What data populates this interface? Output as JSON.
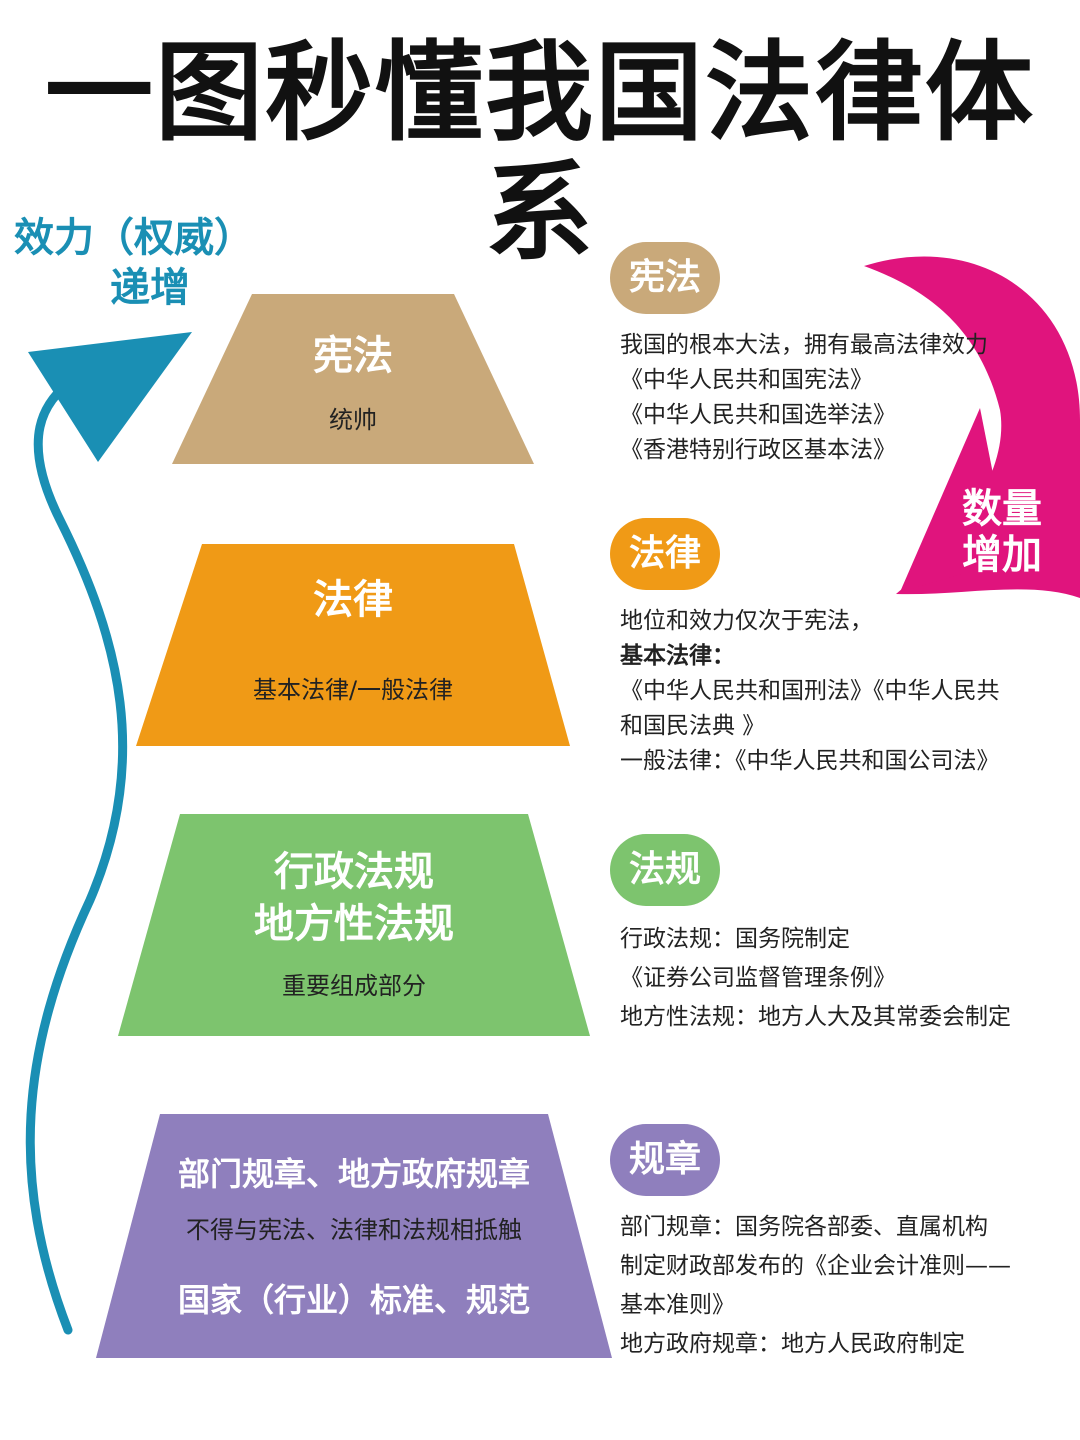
{
  "title": "一图秒懂我国法律体系",
  "left_label": {
    "line1": "效力（权威）",
    "line2": "递增"
  },
  "right_label": {
    "line1": "数量",
    "line2": "增加"
  },
  "colors": {
    "arrow_blue": "#1a8fb4",
    "arrow_magenta": "#e0147d",
    "constitution": "#c9a97a",
    "law": "#f09a16",
    "regulation": "#7dc46e",
    "rule": "#8f7fbd"
  },
  "tiers": [
    {
      "name": "宪法",
      "sub": "统帅"
    },
    {
      "name": "法律",
      "sub": "基本法律/一般法律"
    },
    {
      "name_line1": "行政法规",
      "name_line2": "地方性法规",
      "sub": "重要组成部分"
    },
    {
      "name": "部门规章、地方政府规章",
      "note": "不得与宪法、法律和法规相抵触",
      "sub": "国家（行业）标准、规范"
    }
  ],
  "explanations": [
    {
      "tag": "宪法",
      "lines": [
        "我国的根本大法，拥有最高法律效力",
        "《中华人民共和国宪法》",
        "《中华人民共和国选举法》",
        "《香港特别行政区基本法》"
      ]
    },
    {
      "tag": "法律",
      "lines": [
        "地位和效力仅次于宪法，",
        "基本法律：",
        "《中华人民共和国刑法》《中华人民共",
        "和国民法典 》",
        "一般法律：《中华人民共和国公司法》"
      ]
    },
    {
      "tag": "法规",
      "lines": [
        "行政法规：国务院制定",
        "《证券公司监督管理条例》",
        "地方性法规：地方人大及其常委会制定"
      ]
    },
    {
      "tag": "规章",
      "lines": [
        "部门规章：国务院各部委、直属机构",
        "制定财政部发布的《企业会计准则——",
        "基本准则》",
        "地方政府规章：地方人民政府制定"
      ]
    }
  ]
}
